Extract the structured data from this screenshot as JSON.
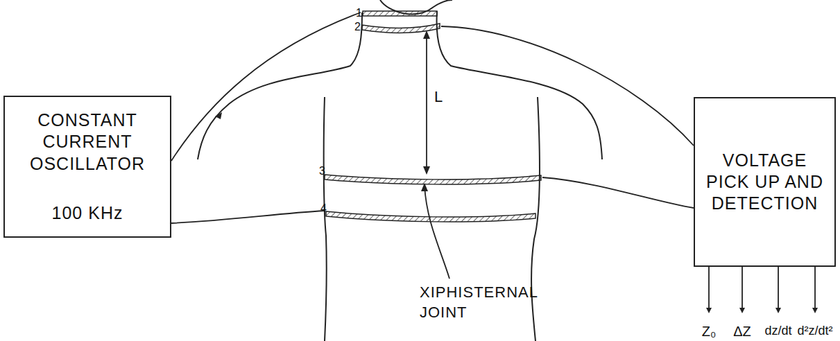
{
  "diagram": {
    "nodes": [
      {
        "text": [
          "CONSTANT CURRENT OSCILLATOR",
          "100 KHz"
        ]
      },
      {
        "text": [
          "VOLTAGE PICK UP AND DETECTION"
        ]
      }
    ],
    "labels": [
      "1",
      "2",
      "3",
      "4",
      "L",
      "XIPHISTERNAL JOINT",
      "Z₀",
      "ΔZ",
      "dz/dt",
      "d²z/dt²"
    ]
  }
}
